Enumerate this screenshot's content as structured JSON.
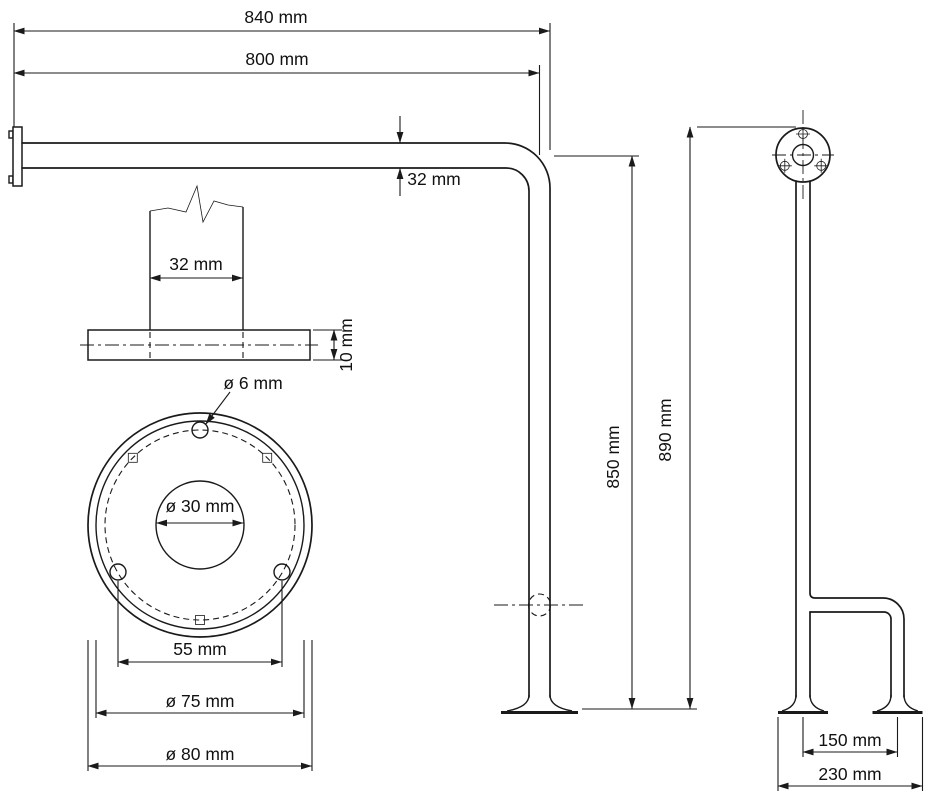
{
  "page": {
    "background": "#ffffff",
    "line_color": "#1a1a1a"
  },
  "labels": {
    "total_length": "840 mm",
    "arm_length": "800 mm",
    "tube_diameter": "32 mm",
    "flange_tube_diameter": "32 mm",
    "flange_plate_thickness": "10 mm",
    "screw_hole_diameter": "ø 6 mm",
    "center_hole_diameter": "ø 30 mm",
    "screw_hole_spacing": "55 mm",
    "bolt_circle_diameter": "ø 75 mm",
    "flange_diameter": "ø 80 mm",
    "height_to_arm": "850 mm",
    "overall_height": "890 mm",
    "foot_center_distance": "150 mm",
    "foot_overall_width": "230 mm"
  }
}
